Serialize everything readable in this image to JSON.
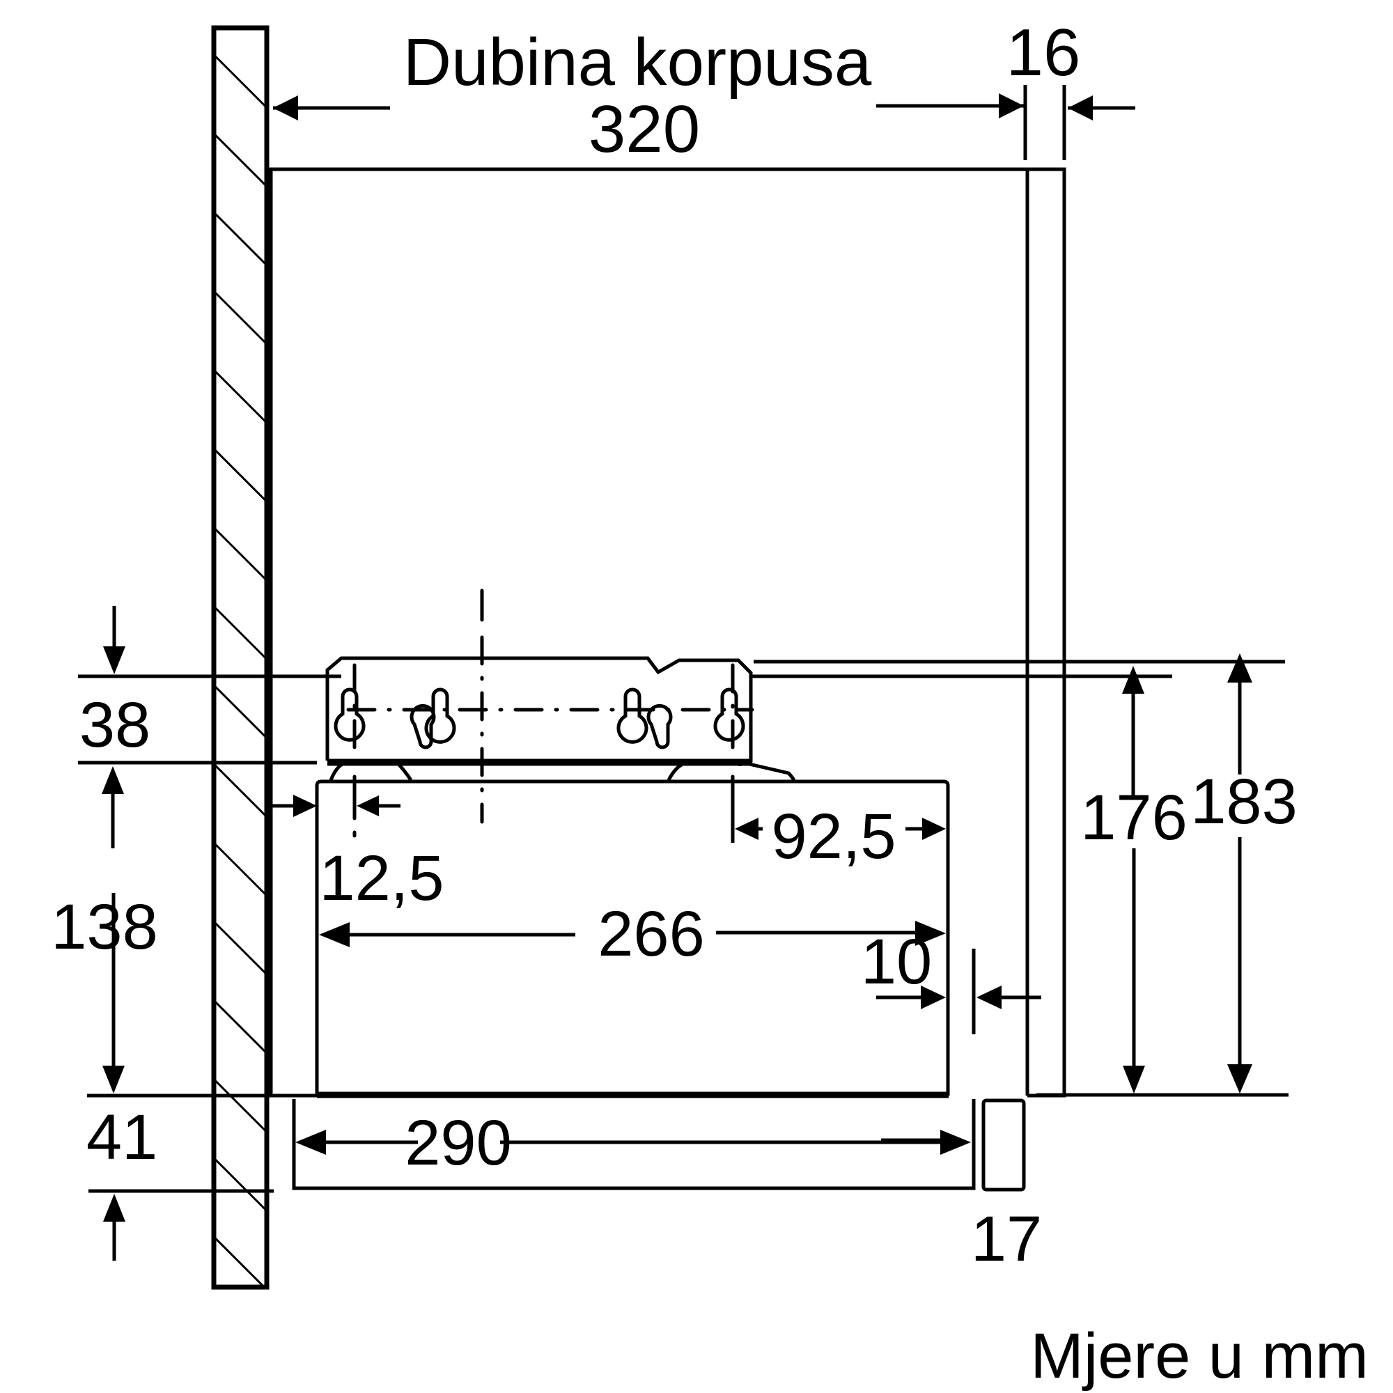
{
  "diagram": {
    "title": "Dubina korpusa",
    "units_note": "Mjere u mm",
    "colors": {
      "line": "#000000",
      "background": "#ffffff"
    },
    "dimensions": {
      "cabinet_depth": "320",
      "door_thickness": "16",
      "bracket_height": "38",
      "hood_body_height": "138",
      "panel_height": "41",
      "left_offset": "12,5",
      "right_offset": "92,5",
      "hood_width": "266",
      "panel_width": "290",
      "front_gap": "10",
      "front_block": "17",
      "inner_height": "176",
      "total_height": "183"
    }
  }
}
